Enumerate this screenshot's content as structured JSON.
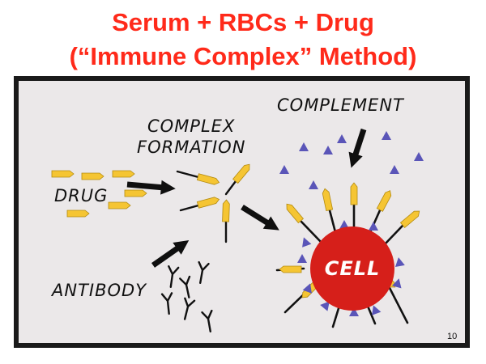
{
  "title": {
    "line1": "Serum + RBCs + Drug",
    "line2": "(“Immune Complex” Method)"
  },
  "diagram": {
    "labels": {
      "complement": "COMPLEMENT",
      "complex_line1": "COMPLEX",
      "complex_line2": "FORMATION",
      "drug": "DRUG",
      "antibody": "ANTIBODY",
      "cell": "CELL"
    },
    "page_number": "10"
  },
  "colors": {
    "title": "#ff2a1a",
    "drug": "#f5c533",
    "complement": "#5a55b8",
    "cell": "#d61f1a"
  }
}
